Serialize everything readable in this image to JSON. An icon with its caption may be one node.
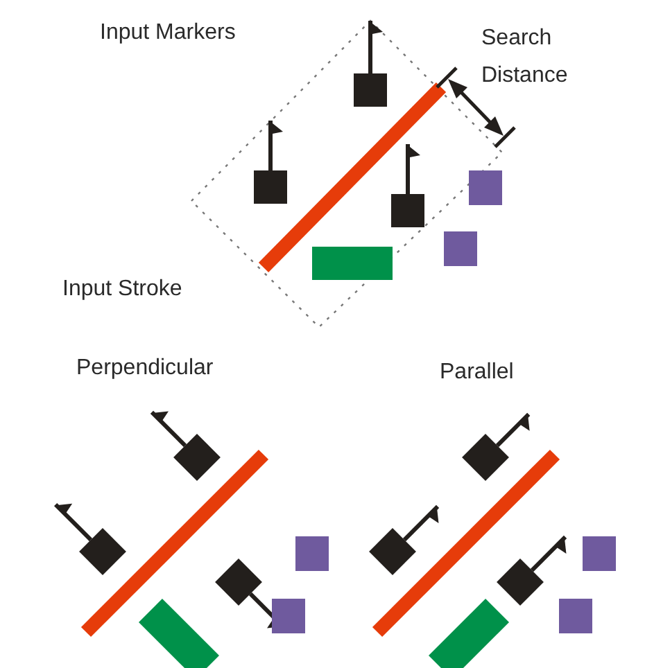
{
  "diagram": {
    "labels": [
      "Input Markers",
      "Search Distance",
      "Input Stroke",
      "Perpendicular",
      "Parallel"
    ]
  }
}
